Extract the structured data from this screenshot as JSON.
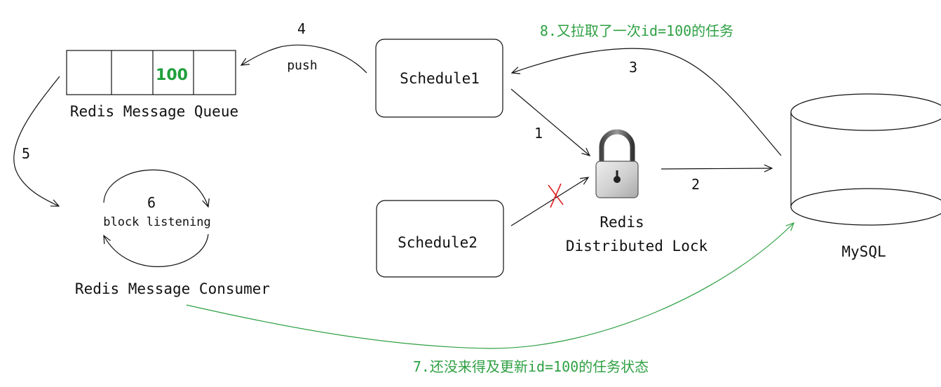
{
  "queue": {
    "caption": "Redis Message Queue",
    "slot_value": "100",
    "slot_value_color": "#1f9f3a"
  },
  "schedule1": {
    "label": "Schedule1"
  },
  "schedule2": {
    "label": "Schedule2"
  },
  "lock": {
    "line1": "Redis",
    "line2": "Distributed Lock"
  },
  "mysql": {
    "label": "MySQL"
  },
  "consumer": {
    "caption": "Redis Message Consumer",
    "loop_step": "6",
    "loop_text": "block listening"
  },
  "steps": {
    "s1": "1",
    "s2": "2",
    "s3": "3",
    "s4": "4",
    "s5": "5",
    "push": "push",
    "s7": "7.还没来得及更新id=100的任务状态",
    "s8": "8.又拉取了一次id=100的任务"
  },
  "colors": {
    "ink": "#111111",
    "green": "#2ea043",
    "reject": "#e02020",
    "lock_body": "#c8c8c8"
  }
}
